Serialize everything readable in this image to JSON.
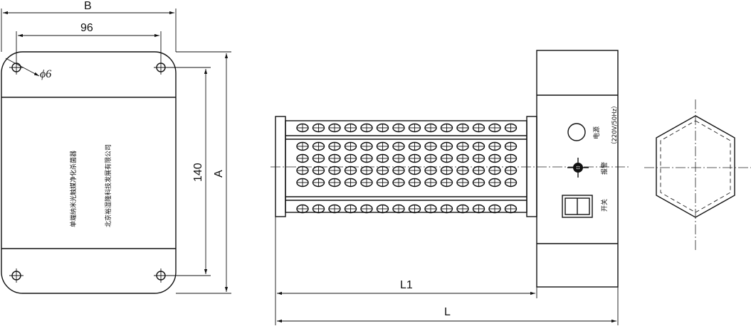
{
  "dimensions": {
    "B": "B",
    "width_96": "96",
    "height_140": "140",
    "A": "A",
    "hole_dia": "ϕ6",
    "L1": "L1",
    "L": "L"
  },
  "plate_labels": {
    "product_name": "单端纳米光触媒净化杀菌器",
    "company": "北京裕湿隆科技发展有限公司"
  },
  "control_labels": {
    "power": "电源",
    "voltage": "（220V/50Hz）",
    "alarm": "报警",
    "switch": "开关"
  },
  "colors": {
    "line": "#111111",
    "background": "#ffffff"
  }
}
